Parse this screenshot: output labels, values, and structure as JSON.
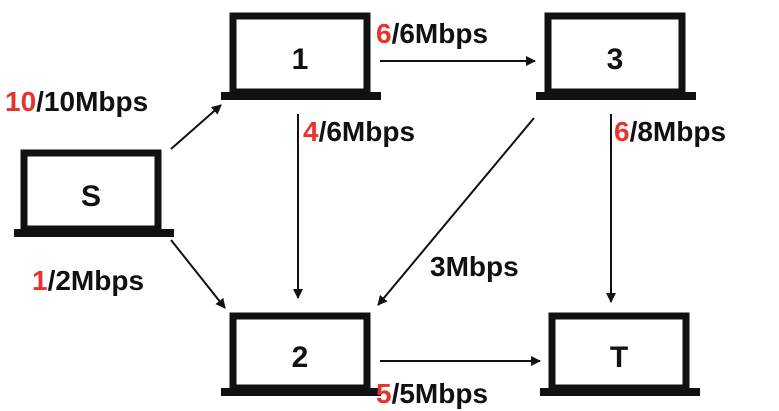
{
  "colors": {
    "flow": "#e8322a",
    "ink": "#111111"
  },
  "nodes": {
    "s": {
      "label": "S"
    },
    "n1": {
      "label": "1"
    },
    "n2": {
      "label": "2"
    },
    "n3": {
      "label": "3"
    },
    "t": {
      "label": "T"
    }
  },
  "edges": {
    "s_1": {
      "flow": "10",
      "capacity": "/10Mbps"
    },
    "s_2": {
      "flow": "1",
      "capacity": "/2Mbps"
    },
    "n1_3": {
      "flow": "6",
      "capacity": "/6Mbps"
    },
    "n1_2": {
      "flow": "4",
      "capacity": "/6Mbps"
    },
    "n3_2": {
      "capacity": "3Mbps"
    },
    "n3_t": {
      "flow": "6",
      "capacity": "/8Mbps"
    },
    "n2_t": {
      "flow": "5",
      "capacity": "/5Mbps"
    }
  }
}
